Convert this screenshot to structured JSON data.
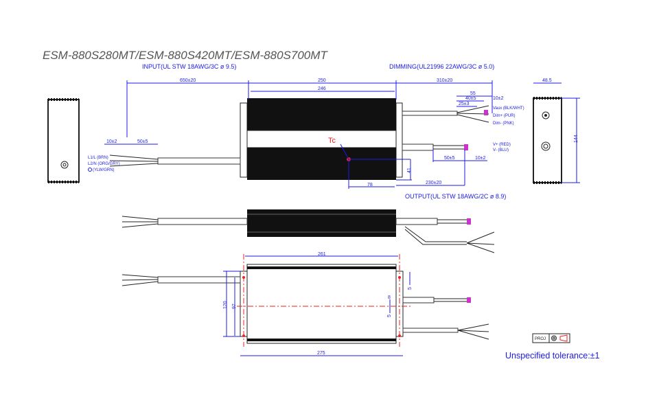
{
  "title": "ESM-880S280MT/ESM-880S420MT/ESM-880S700MT",
  "labels": {
    "input": "INPUT(UL STW 18AWG/3C ø 9.5)",
    "dimming": "DIMMING(UL21996 22AWG/3C ø 5.0)",
    "output": "OUTPUT(UL STW 18AWG/2C ø 8.9)",
    "tc": "Tc"
  },
  "wires": {
    "input": [
      "L1/L (BRN)",
      "L2/N (ORG/GRY)",
      "(YLW/GRN)"
    ],
    "dimming": [
      "Vaux (BLK/WHT)",
      "Dim+ (PUR)",
      "Dim- (PNK)"
    ],
    "output": [
      "V+ (RED)",
      "V- (BLU)"
    ]
  },
  "dimensions": {
    "input_len": "650±20",
    "body_len": "250",
    "body_inner": "246",
    "dim_len": "310±20",
    "dim_55": "55",
    "dim_40": "40±5",
    "dim_25": "25±3",
    "dim_10": "10±2",
    "in_10": "10±2",
    "in_50": "50±5",
    "out_50": "50±5",
    "out_10": "10±2",
    "out_len": "230±20",
    "tc_x": "78",
    "tc_y": "41",
    "width": "48.5",
    "height": "144",
    "mount_261": "261",
    "mount_275": "275",
    "mount_120": "120",
    "mount_97": "97",
    "slot_8": "8",
    "slot_5a": "5",
    "slot_5b": "5"
  },
  "projection": "PROJ",
  "tolerance": "Unspecified tolerance:±1",
  "colors": {
    "dimension": "#1a1ae6",
    "marker": "#e22222",
    "title": "#555555"
  }
}
